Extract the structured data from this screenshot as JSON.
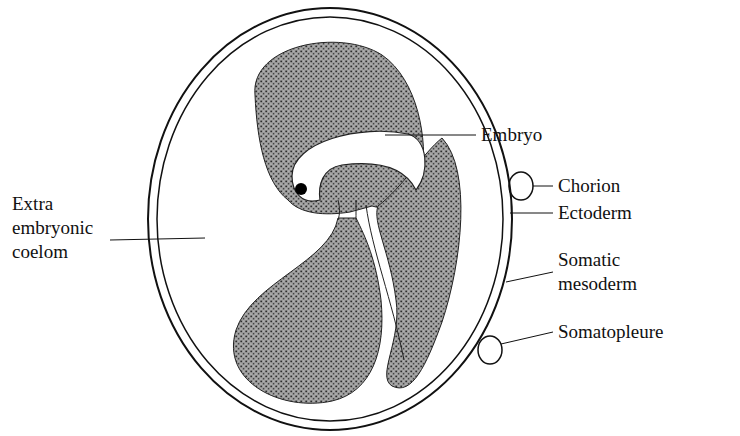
{
  "diagram": {
    "labels": [
      "Embryo",
      "Chorion",
      "Ectoderm",
      "Somatic mesoderm",
      "Somatopleure",
      "Extra embryonic coelom"
    ]
  }
}
